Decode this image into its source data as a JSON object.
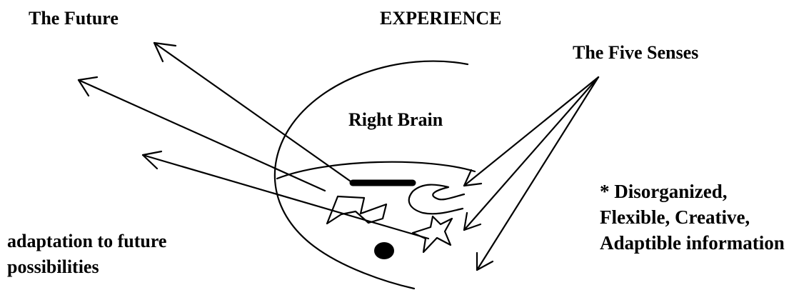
{
  "labels": {
    "future": "The Future",
    "experience": "EXPERIENCE",
    "five_senses": "The Five Senses",
    "right_brain": "Right Brain",
    "traits_line1": "* Disorganized,",
    "traits_line2": "Flexible, Creative,",
    "traits_line3": "Adaptible information",
    "adapt_line1": "adaptation to future",
    "adapt_line2": "possibilities"
  },
  "colors": {
    "ink": "#000000",
    "background": "#ffffff"
  }
}
